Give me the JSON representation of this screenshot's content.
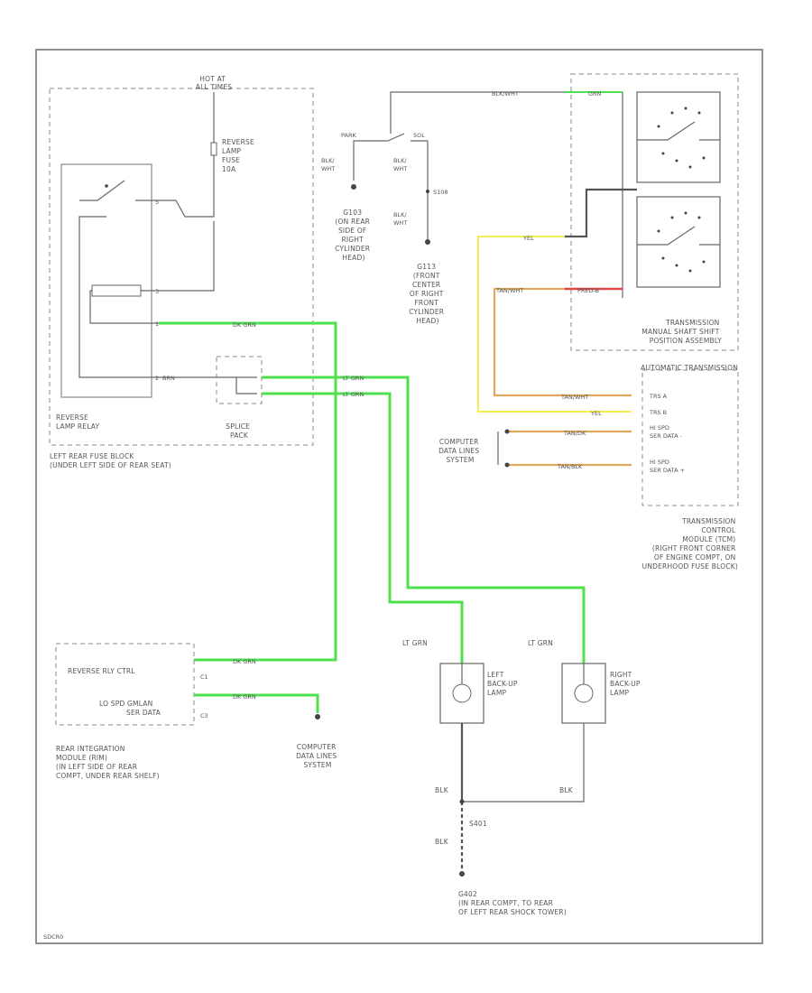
{
  "labels": {
    "hot_at_all_times": [
      "HOT AT",
      "ALL TIMES"
    ],
    "reverse_lamp_fuse": [
      "REVERSE",
      "LAMP",
      "FUSE",
      "10A"
    ],
    "reverse_lamp_relay": [
      "REVERSE",
      "LAMP RELAY"
    ],
    "left_rear_fuse_block": [
      "LEFT REAR FUSE BLOCK",
      "(UNDER LEFT SIDE OF REAR SEAT)"
    ],
    "splice_pack": [
      "SPLICE",
      "PACK"
    ],
    "g103": [
      "G103",
      "(ON REAR",
      "SIDE OF",
      "RIGHT",
      "CYLINDER",
      "HEAD)"
    ],
    "g113": [
      "G113",
      "(FRONT",
      "CENTER",
      "OF RIGHT",
      "FRONT",
      "CYLINDER",
      "HEAD)"
    ],
    "s108": "S108",
    "blk_wht": [
      "BLK/",
      "WHT"
    ],
    "park_sol": [
      "PARK",
      "SOL"
    ],
    "trans_switch": [
      "TRANSMISSION",
      "MANUAL SHAFT SHIFT",
      "POSITION ASSEMBLY"
    ],
    "automatic_transmission": "AUTOMATIC TRANSMISSION",
    "trs_a": "TRS A",
    "trs_b": "TRS B",
    "hi_spd_1": [
      "HI SPD",
      "SER DATA -"
    ],
    "hi_spd_2": [
      "HI SPD",
      "SER DATA +"
    ],
    "tcm": [
      "TRANSMISSION",
      "CONTROL",
      "MODULE (TCM)",
      "(RIGHT FRONT CORNER",
      "OF ENGINE COMPT, ON",
      "UNDERHOOD FUSE BLOCK)"
    ],
    "computer_data_lines_1": [
      "COMPUTER",
      "DATA LINES",
      "SYSTEM"
    ],
    "computer_data_lines_2": [
      "COMPUTER",
      "DATA LINES",
      "SYSTEM"
    ],
    "reverse_rly_ctrl": "REVERSE RLY CTRL",
    "lo_spd_gmlan": [
      "LO SPD GMLAN",
      "SER DATA"
    ],
    "c1": "C1",
    "c3": "C3",
    "rim": [
      "REAR INTEGRATION",
      "MODULE (RIM)",
      "(IN LEFT SIDE OF REAR",
      "COMPT, UNDER REAR SHELF)"
    ],
    "left_backup": [
      "LEFT",
      "BACK-UP",
      "LAMP"
    ],
    "right_backup": [
      "RIGHT",
      "BACK-UP",
      "LAMP"
    ],
    "lt_grn_left": "LT GRN",
    "lt_grn_right": "LT GRN",
    "blk_left": "BLK",
    "blk_right": "BLK",
    "blk_lower": "BLK",
    "s401": "S401",
    "g402": [
      "G402",
      "(IN REAR COMPT, TO REAR",
      "OF LEFT REAR SHOCK TOWER)"
    ],
    "wire_blk_wht": "BLK/WHT",
    "wire_grn": "GRN",
    "wire_yel": "YEL",
    "wire_tan_wht": "TAN/WHT",
    "wire_red": "PRED-B",
    "wire_brn": "BRN",
    "wire_dk_grn_1": "DK GRN",
    "wire_dk_grn_2": "DK GRN",
    "wire_dk_grn_3": "DK GRN",
    "wire_lt_grn_1": "LT GRN",
    "wire_lt_grn_2": "LT GRN",
    "wire_tan_dk": "TAN/DK",
    "wire_yel2": "YEL",
    "wire_tan_wht2": "TAN/WHT",
    "wire_tan_blk": "TAN/BLK",
    "relay_pins": [
      "5",
      "3",
      "1",
      "2"
    ],
    "code": "SDCR0"
  }
}
